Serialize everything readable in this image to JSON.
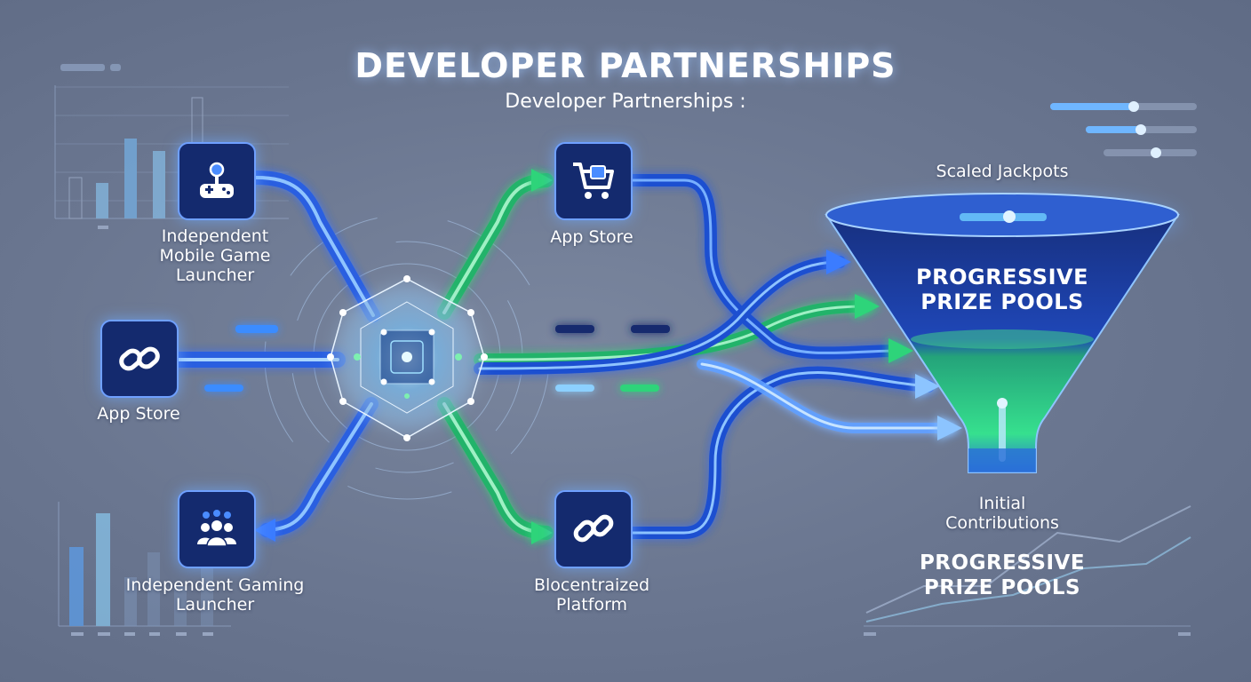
{
  "header": {
    "title": "DEVELOPER PARTNERSHIPS",
    "subtitle": "Developer Partnerships :"
  },
  "nodes": {
    "mobile_launcher": {
      "label": "Independent\nMobile Game\nLauncher",
      "icon": "gamepad-joystick-icon"
    },
    "app_store_left": {
      "label": "App Store",
      "icon": "link-icon"
    },
    "gaming_launcher": {
      "label": "Independent Gaming\nLauncher",
      "icon": "users-group-icon"
    },
    "app_store_top": {
      "label": "App Store",
      "icon": "shopping-cart-icon"
    },
    "platform": {
      "label": "Blocentraized\nPlatform",
      "icon": "chain-link-icon"
    }
  },
  "funnel": {
    "top_label": "Scaled Jackpots",
    "inner_label": "PROGRESSIVE\nPRIZE POOLS",
    "bottom_label": "Initial\nContributions",
    "footer_label": "PROGRESSIVE\nPRIZE POOLS"
  },
  "colors": {
    "background": "#6a7690",
    "blue_stream": "#3a7bff",
    "green_stream": "#2ed47a",
    "light_blue_stream": "#8cc4ff",
    "node_fill": "#142a6e",
    "funnel_top": "#1c3a9c",
    "funnel_bottom": "#2fd98a"
  }
}
